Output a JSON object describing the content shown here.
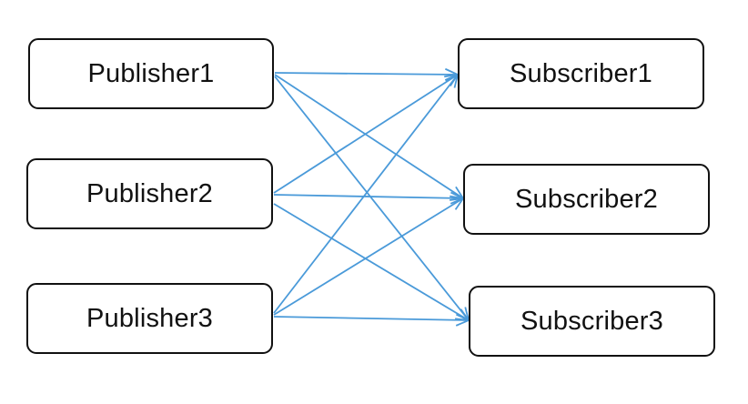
{
  "publishers": [
    {
      "id": "p1",
      "label": "Publisher1"
    },
    {
      "id": "p2",
      "label": "Publisher2"
    },
    {
      "id": "p3",
      "label": "Publisher3"
    }
  ],
  "subscribers": [
    {
      "id": "s1",
      "label": "Subscriber1"
    },
    {
      "id": "s2",
      "label": "Subscriber2"
    },
    {
      "id": "s3",
      "label": "Subscriber3"
    }
  ],
  "edges": [
    {
      "from": "p1",
      "to": "s1"
    },
    {
      "from": "p1",
      "to": "s2"
    },
    {
      "from": "p1",
      "to": "s3"
    },
    {
      "from": "p2",
      "to": "s1"
    },
    {
      "from": "p2",
      "to": "s2"
    },
    {
      "from": "p2",
      "to": "s3"
    },
    {
      "from": "p3",
      "to": "s1"
    },
    {
      "from": "p3",
      "to": "s2"
    },
    {
      "from": "p3",
      "to": "s3"
    }
  ],
  "colors": {
    "edge": "#4a9ad9",
    "node_border": "#111111",
    "node_text": "#111111"
  }
}
